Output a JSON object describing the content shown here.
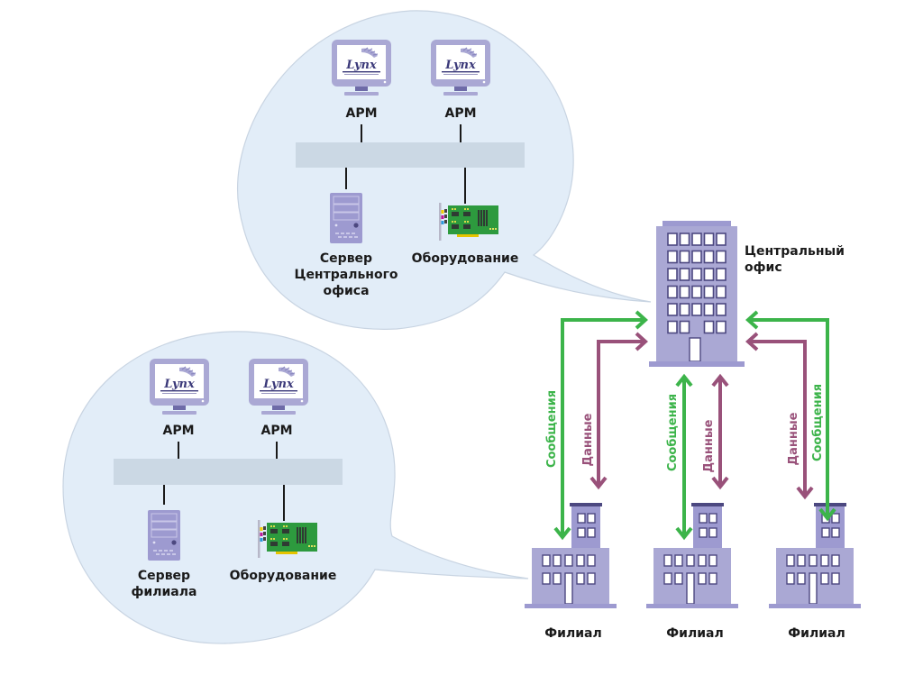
{
  "colors": {
    "bubble_fill": "#e2edf8",
    "bubble_stroke": "#c8d4e2",
    "bus_fill": "#cbd8e4",
    "building": "#aaa8d4",
    "building_dark": "#4c4880",
    "messages_arrow": "#3cb44a",
    "data_arrow": "#99517a"
  },
  "central_bubble": {
    "workstations": [
      {
        "label": "АРМ",
        "logo": "Lynx"
      },
      {
        "label": "АРМ",
        "logo": "Lynx"
      }
    ],
    "server": {
      "label_lines": [
        "Сервер",
        "Центрального",
        "офиса"
      ]
    },
    "equipment": {
      "label": "Оборудование"
    }
  },
  "branch_bubble": {
    "workstations": [
      {
        "label": "АРМ",
        "logo": "Lynx"
      },
      {
        "label": "АРМ",
        "logo": "Lynx"
      }
    ],
    "server": {
      "label_lines": [
        "Сервер",
        "филиала"
      ]
    },
    "equipment": {
      "label": "Оборудование"
    }
  },
  "central_office": {
    "label_lines": [
      "Центральный",
      "офис"
    ]
  },
  "branches": [
    {
      "label": "Филиал",
      "messages_label": "Сообщения",
      "data_label": "Данные"
    },
    {
      "label": "Филиал",
      "messages_label": "Сообщения",
      "data_label": "Данные"
    },
    {
      "label": "Филиал",
      "messages_label": "Сообщения",
      "data_label": "Данные"
    }
  ]
}
